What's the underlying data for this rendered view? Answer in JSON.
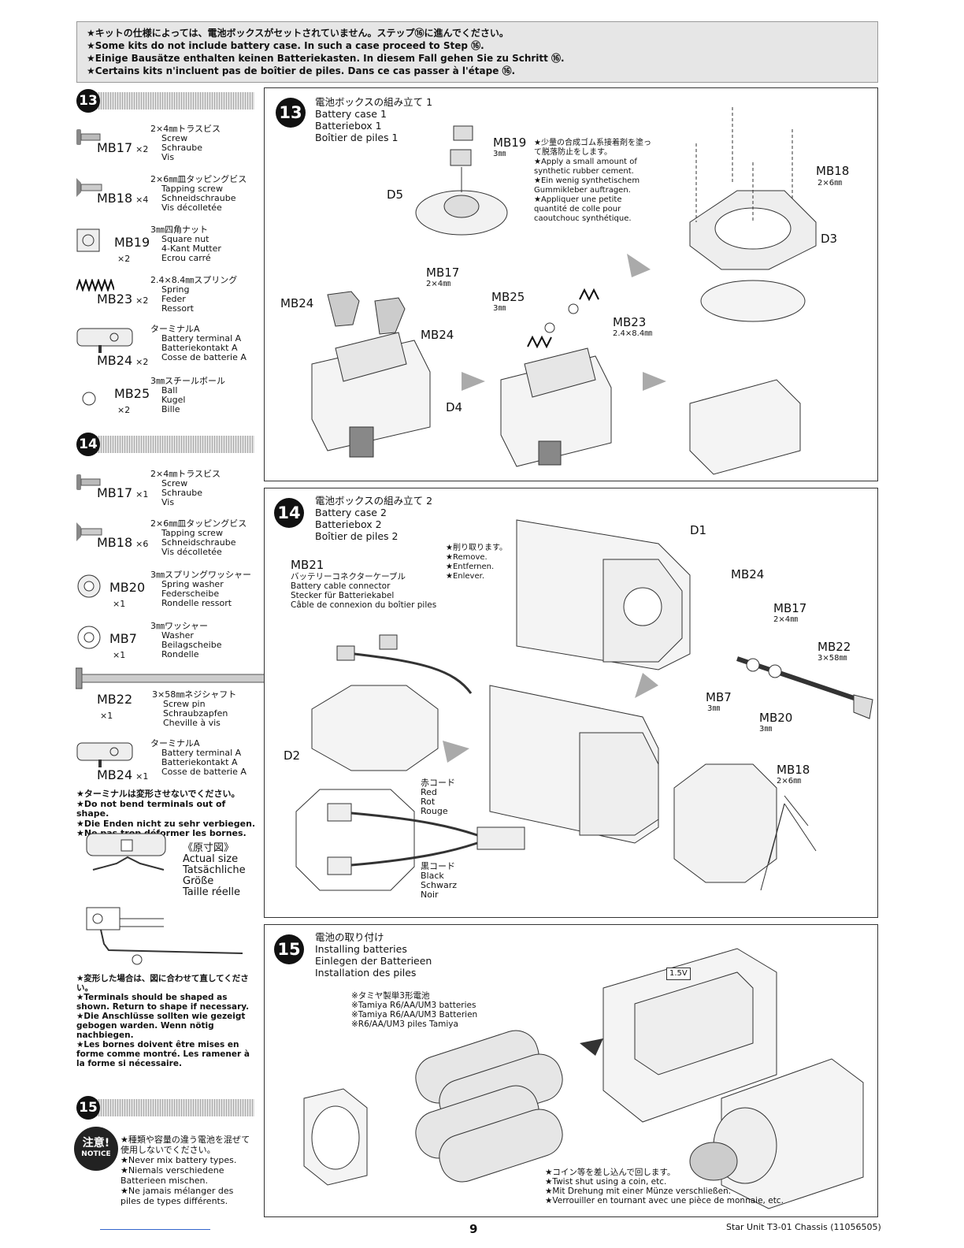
{
  "notice": [
    "★キットの仕様によっては、電池ボックスがセットされていません。ステップ⑯に進んでください。",
    "★Some kits do not include battery case. In such a case proceed to Step ⑯.",
    "★Einige Bausätze enthalten keinen Batteriekasten. In diesem Fall gehen Sie zu Schritt ⑯.",
    "★Certains kits n'incluent pas de boîtier de piles. Dans ce cas passer à l'étape ⑯."
  ],
  "sidebar": {
    "step13": {
      "num": "13",
      "parts": [
        {
          "code": "MB17",
          "qty": "×2",
          "desc": [
            "2×4㎜トラスビス",
            "Screw",
            "Schraube",
            "Vis"
          ],
          "icon": "screw-icon"
        },
        {
          "code": "MB18",
          "qty": "×4",
          "desc": [
            "2×6㎜皿タッピングビス",
            "Tapping screw",
            "Schneidschraube",
            "Vis décolletée"
          ],
          "icon": "tapping-screw-icon"
        },
        {
          "code": "MB19",
          "qty": "×2",
          "desc": [
            "3㎜四角ナット",
            "Square nut",
            "4-Kant Mutter",
            "Ecrou carré"
          ],
          "icon": "square-nut-icon"
        },
        {
          "code": "MB23",
          "qty": "×2",
          "desc": [
            "2.4×8.4㎜スプリング",
            "Spring",
            "Feder",
            "Ressort"
          ],
          "icon": "spring-icon"
        },
        {
          "code": "MB24",
          "qty": "×2",
          "desc": [
            "ターミナルA",
            "Battery terminal A",
            "Batteriekontakt A",
            "Cosse de batterie A"
          ],
          "icon": "terminal-icon"
        },
        {
          "code": "MB25",
          "qty": "×2",
          "desc": [
            "3㎜スチールボール",
            "Ball",
            "Kugel",
            "Bille"
          ],
          "icon": "ball-icon"
        }
      ]
    },
    "step14": {
      "num": "14",
      "parts": [
        {
          "code": "MB17",
          "qty": "×1",
          "desc": [
            "2×4㎜トラスビス",
            "Screw",
            "Schraube",
            "Vis"
          ],
          "icon": "screw-icon"
        },
        {
          "code": "MB18",
          "qty": "×6",
          "desc": [
            "2×6㎜皿タッピングビス",
            "Tapping screw",
            "Schneidschraube",
            "Vis décolletée"
          ],
          "icon": "tapping-screw-icon"
        },
        {
          "code": "MB20",
          "qty": "×1",
          "desc": [
            "3㎜スプリングワッシャー",
            "Spring washer",
            "Federscheibe",
            "Rondelle ressort"
          ],
          "icon": "spring-washer-icon"
        },
        {
          "code": "MB7",
          "qty": "×1",
          "desc": [
            "3㎜ワッシャー",
            "Washer",
            "Beilagscheibe",
            "Rondelle"
          ],
          "icon": "washer-icon"
        }
      ],
      "shaft": {
        "code": "MB22",
        "qty": "×1",
        "desc": [
          "3×58㎜ネジシャフト",
          "Screw pin",
          "Schraubzapfen",
          "Cheville à vis"
        ]
      },
      "terminal": {
        "code": "MB24",
        "qty": "×1",
        "desc": [
          "ターミナルA",
          "Battery terminal A",
          "Batteriekontakt A",
          "Cosse de batterie A"
        ]
      },
      "bend_note": [
        "★ターミナルは変形させないでください。",
        "★Do not bend terminals out of shape.",
        "★Die Enden nicht zu sehr verbiegen.",
        "★Ne pas trop déformer les bornes."
      ],
      "actual_size": [
        "《原寸図》",
        "Actual size",
        "Tatsächliche",
        "Größe",
        "Taille réelle"
      ],
      "shape_note": [
        "★変形した場合は、図に合わせて直してください。",
        "★Terminals should be shaped as shown. Return to shape if necessary.",
        "★Die Anschlüsse sollten wie gezeigt gebogen warden. Wenn nötig nachbiegen.",
        "★Les bornes doivent être mises en forme comme montré. Les ramener à la forme si nécessaire."
      ]
    },
    "step15": {
      "num": "15",
      "badge": [
        "注意!",
        "NOTICE"
      ],
      "note": [
        "★種類や容量の違う電池を混ぜて使用しないでください。",
        "★Never mix battery types.",
        "★Niemals verschiedene Batterieen mischen.",
        "★Ne jamais mélanger des piles de types différents."
      ]
    }
  },
  "panel13": {
    "num": "13",
    "title": [
      "電池ボックスの組み立て 1",
      "Battery case 1",
      "Batteriebox 1",
      "Boîtier de piles 1"
    ],
    "labels": {
      "mb19": "MB19",
      "mb19_size": "3㎜",
      "d5": "D5",
      "mb18": "MB18",
      "mb18_size": "2×6㎜",
      "d3": "D3",
      "mb17": "MB17",
      "mb17_size": "2×4㎜",
      "mb24a": "MB24",
      "mb24b": "MB24",
      "mb25": "MB25",
      "mb25_size": "3㎜",
      "mb23": "MB23",
      "mb23_size": "2.4×8.4㎜",
      "d4": "D4"
    },
    "cement_note": [
      "★少量の合成ゴム系接着剤を塗って脱落防止をします。",
      "★Apply a small amount of synthetic rubber cement.",
      "★Ein wenig synthetischem Gummikleber auftragen.",
      "★Appliquer une petite quantité de colle pour caoutchouc synthétique."
    ]
  },
  "panel14": {
    "num": "14",
    "title": [
      "電池ボックスの組み立て 2",
      "Battery case 2",
      "Batteriebox 2",
      "Boîtier de piles 2"
    ],
    "remove": [
      "★削り取ります。",
      "★Remove.",
      "★Entfernen.",
      "★Enlever."
    ],
    "cable": {
      "code": "MB21",
      "desc": [
        "バッテリーコネクターケーブル",
        "Battery cable connector",
        "Stecker für Batteriekabel",
        "Câble de connexion du boîtier piles"
      ]
    },
    "labels": {
      "d1": "D1",
      "mb24": "MB24",
      "mb17": "MB17",
      "mb17_size": "2×4㎜",
      "mb22": "MB22",
      "mb22_size": "3×58㎜",
      "mb7": "MB7",
      "mb7_size": "3㎜",
      "mb20": "MB20",
      "mb20_size": "3㎜",
      "mb18": "MB18",
      "mb18_size": "2×6㎜",
      "d2": "D2"
    },
    "red": [
      "赤コード",
      "Red",
      "Rot",
      "Rouge"
    ],
    "black": [
      "黒コード",
      "Black",
      "Schwarz",
      "Noir"
    ]
  },
  "panel15": {
    "num": "15",
    "title": [
      "電池の取り付け",
      "Installing batteries",
      "Einlegen der Batterieen",
      "Installation des piles"
    ],
    "battery_note": [
      "※タミヤ製単3形電池",
      "※Tamiya R6/AA/UM3 batteries",
      "※Tamiya R6/AA/UM3 Batterien",
      "※R6/AA/UM3 piles Tamiya"
    ],
    "coin_note": [
      "★コイン等を差し込んで回します。",
      "★Twist shut using a coin, etc.",
      "★Mit Drehung mit einer Münze verschließen.",
      "★Verrouiller en tournant avec une pièce de monnaie, etc."
    ],
    "cell_label": "1.5V"
  },
  "footer": {
    "page": "9",
    "title": "Star Unit T3-01 Chassis (11056505)"
  }
}
